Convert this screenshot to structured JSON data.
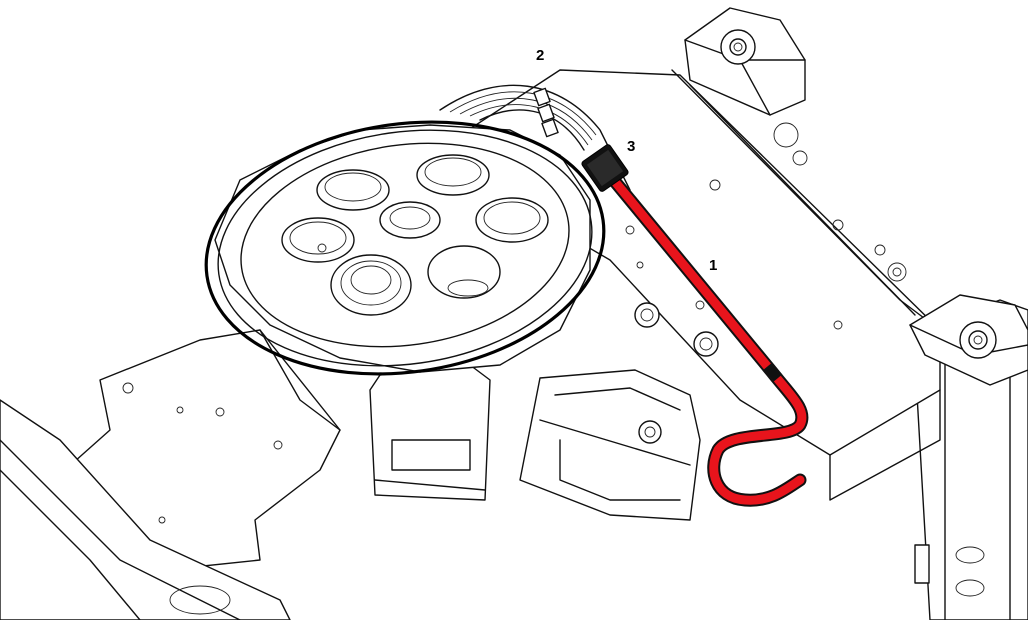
{
  "figure": {
    "callouts": [
      {
        "id": "callout-1",
        "text": "1"
      },
      {
        "id": "callout-2",
        "text": "2"
      },
      {
        "id": "callout-3",
        "text": "3"
      }
    ],
    "colors": {
      "line": "#111111",
      "cable": "#e8141c",
      "connector": "#111111",
      "background": "#ffffff"
    }
  }
}
